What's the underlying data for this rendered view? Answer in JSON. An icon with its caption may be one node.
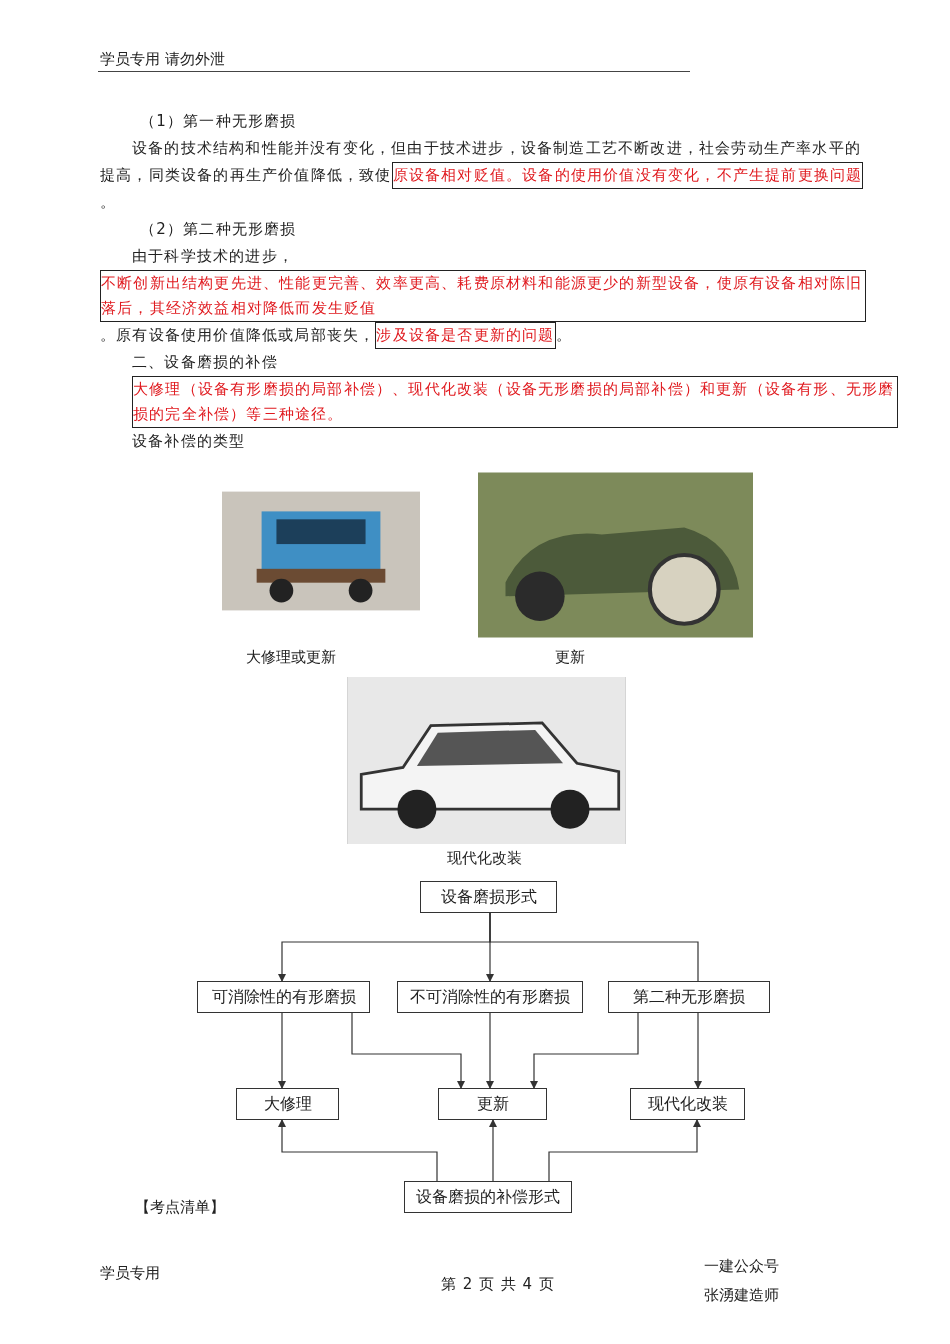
{
  "diagram": {
    "nodes": [
      {
        "text": [
          "设备磨损形式"
        ]
      },
      {
        "text": [
          "可消除性的有形磨损"
        ]
      },
      {
        "text": [
          "不可消除性的有形磨损"
        ]
      },
      {
        "text": [
          "第二种无形磨损"
        ]
      },
      {
        "text": [
          "大修理"
        ]
      },
      {
        "text": [
          "更新"
        ]
      },
      {
        "text": [
          "现代化改装"
        ]
      },
      {
        "text": [
          "设备磨损的补偿形式"
        ]
      }
    ],
    "edges": [
      {
        "from": 0,
        "to": 1,
        "arrow": "to"
      },
      {
        "from": 0,
        "to": 2,
        "arrow": "to"
      },
      {
        "from": 0,
        "to": 3,
        "arrow": "none"
      },
      {
        "from": 1,
        "to": 4,
        "arrow": "to"
      },
      {
        "from": 1,
        "to": 5,
        "arrow": "to"
      },
      {
        "from": 2,
        "to": 5,
        "arrow": "to"
      },
      {
        "from": 3,
        "to": 5,
        "arrow": "to"
      },
      {
        "from": 3,
        "to": 6,
        "arrow": "to"
      },
      {
        "from": 7,
        "to": 4,
        "arrow": "to"
      },
      {
        "from": 7,
        "to": 5,
        "arrow": "to"
      },
      {
        "from": 7,
        "to": 6,
        "arrow": "to"
      }
    ],
    "labels": [
      "学员专用 请勿外泄",
      "（1）第一种无形磨损",
      "设备的技术结构和性能并没有变化，但由于技术进步，设备制造工艺不断改进，社会劳动生产率水平的提高，同类设备的再生产价值降低，致使",
      "原设备相对贬值。设备的使用价值没有变化，不产生提前更换问题",
      "。",
      "（2）第二种无形磨损",
      "由于科学技术的进步，",
      "不断创新出结构更先进、性能更完善、效率更高、耗费原材料和能源更少的新型设备，使原有设备相对陈旧落后，其经济效益相对降低而发生贬值",
      "。原有设备使用价值降低或局部丧失，",
      "涉及设备是否更新的问题",
      "。",
      "二、设备磨损的补偿",
      "大修理（设备有形磨损的局部补偿）、现代化改装（设备无形磨损的局部补偿）和更新（设备有形、无形磨损的完全补偿）等三种途径。",
      "设备补偿的类型",
      "大修理或更新",
      "更新",
      "现代化改装",
      "【考点清单】",
      "学员专用",
      "第 2 页 共 4 页",
      "一建公众号",
      "张湧建造师"
    ]
  }
}
